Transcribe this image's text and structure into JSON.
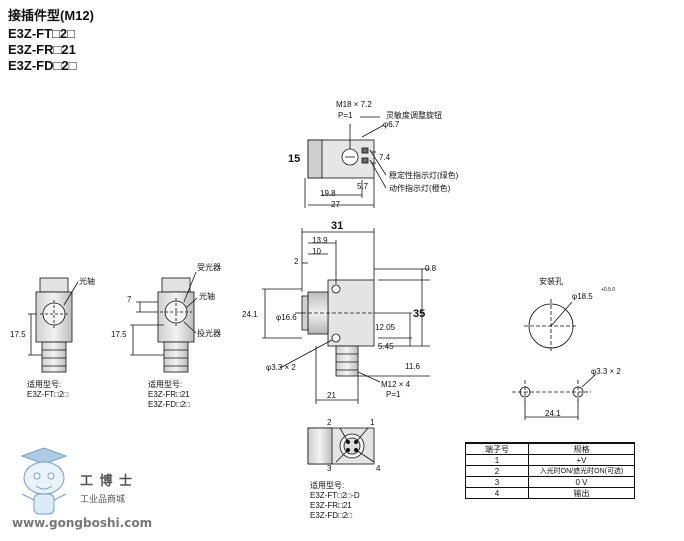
{
  "header": {
    "title": "接插件型(M12)",
    "model_lines": [
      "E3Z-FT□2□",
      "E3Z-FR□21",
      "E3Z-FD□2□"
    ]
  },
  "top_view": {
    "thread": "M18 × 7.2",
    "pitch": "P=1",
    "adjuster": "灵敏度调整旋钮",
    "dia": "φ6.7",
    "height": "15",
    "dim_74": "7.4",
    "stable_led": "稳定性指示灯(绿色)",
    "op_led": "动作指示灯(橙色)",
    "dim_57": "5.7",
    "dim_198": "19.8",
    "dim_27": "27"
  },
  "thru_beam": {
    "axis": "光轴",
    "dim_175": "17.5",
    "applies_label": "适用型号:",
    "models": [
      "E3Z-FT□2□"
    ]
  },
  "reflective": {
    "receiver": "受光器",
    "axis": "光轴",
    "emitter": "投光器",
    "dim_7": "7",
    "dim_175": "17.5",
    "applies_label": "适用型号:",
    "models": [
      "E3Z-FR□21",
      "E3Z-FD□2□"
    ]
  },
  "side_view": {
    "dim_31": "31",
    "dim_139": "13.9",
    "dim_10": "10",
    "dim_2": "2",
    "dim_08": "0.8",
    "dim_241": "24.1",
    "dim_166": "φ16.6",
    "dim_35": "35",
    "dim_1205": "12.05",
    "dim_545": "5.45",
    "holes": "φ3.3 × 2",
    "dim_116": "11.6",
    "connector": "M12 × 4",
    "pitch": "P=1",
    "dim_21": "21"
  },
  "mounting": {
    "title": "安装孔",
    "dia": "φ18.5",
    "tol": "+0.5 0",
    "holes": "φ3.3 × 2",
    "spacing": "24.1"
  },
  "connector_view": {
    "pins_top": [
      "2",
      "1"
    ],
    "pins_bottom": [
      "3",
      "4"
    ],
    "applies_label": "适用型号:",
    "models": [
      "E3Z-FT□2□-D",
      "E3Z-FR□21",
      "E3Z-FD□2□"
    ]
  },
  "pin_table": {
    "headers": [
      "端子号",
      "规格"
    ],
    "rows": [
      [
        "1",
        "+V"
      ],
      [
        "2",
        "入光时ON/遮光时ON(可选)"
      ],
      [
        "3",
        "0 V"
      ],
      [
        "4",
        "输出"
      ]
    ]
  },
  "watermark": {
    "brand": "工 博 士",
    "subtitle": "工业品商城",
    "url": "www.gongboshi.com"
  }
}
